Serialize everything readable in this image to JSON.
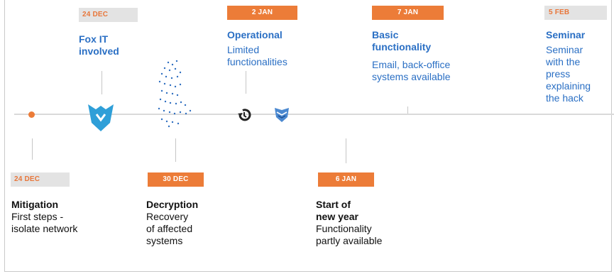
{
  "events": [
    {
      "date": "24 DEC",
      "title": "Fox IT involved",
      "title_lines": [
        "Fox IT",
        "involved"
      ],
      "description": "",
      "position": "above"
    },
    {
      "date": "2 JAN",
      "title": "Operational",
      "description_lines": [
        "Limited",
        "functionalities"
      ],
      "position": "above"
    },
    {
      "date": "7 JAN",
      "title_lines": [
        "Basic",
        "functionality"
      ],
      "description_lines": [
        "Email, back-office",
        "systems available"
      ],
      "position": "above"
    },
    {
      "date": "5 FEB",
      "title": "Seminar",
      "description_lines": [
        "Seminar",
        "with the",
        "press",
        "explaining",
        "the hack"
      ],
      "position": "above"
    },
    {
      "date": "24 DEC",
      "title": "Mitigation",
      "description_lines": [
        "First steps -",
        "isolate network"
      ],
      "position": "below"
    },
    {
      "date": "30 DEC",
      "title": "Decryption",
      "description_lines": [
        "Recovery",
        "of affected",
        "systems"
      ],
      "position": "below"
    },
    {
      "date": "6 JAN",
      "title_lines": [
        "Start of",
        "new year"
      ],
      "description_lines": [
        "Functionality",
        "partly available"
      ],
      "position": "below"
    }
  ],
  "colors": {
    "accent": "#ec7c38",
    "blue": "#2a6fc4",
    "badge_grey": "#e3e3e3",
    "icon_blue": "#2f9fd8"
  },
  "icons": [
    "shield-icon",
    "scatter-dots-icon",
    "restore-icon",
    "shield-badge-icon"
  ]
}
